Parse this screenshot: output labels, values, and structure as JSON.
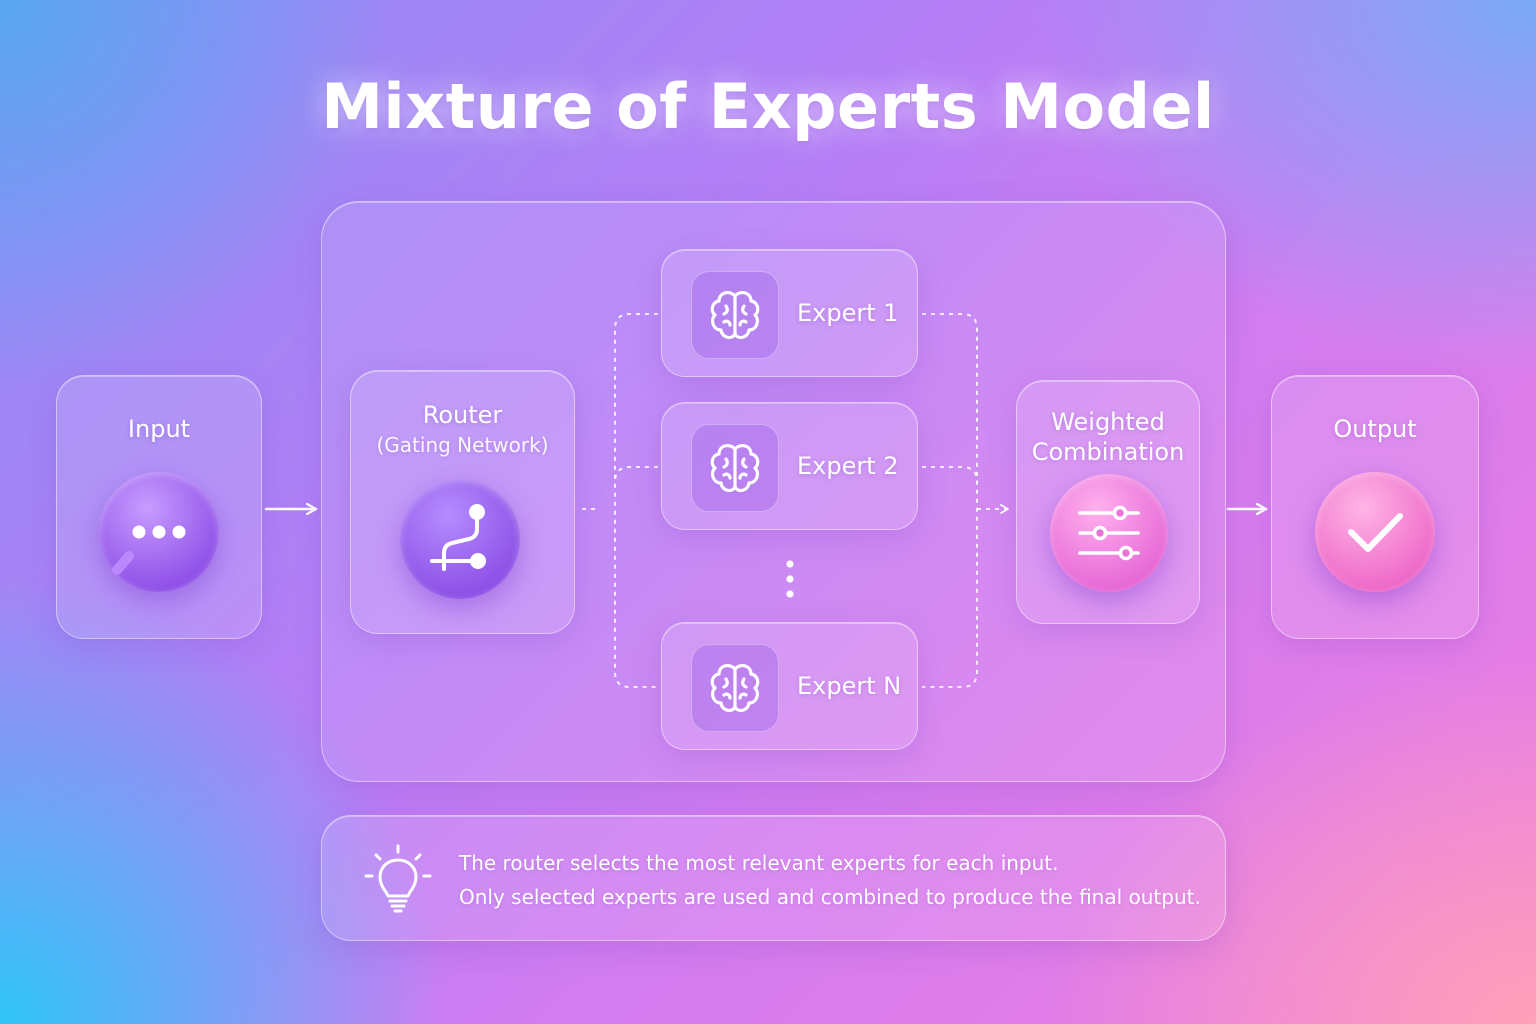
{
  "title": "Mixture of Experts Model",
  "input": {
    "label": "Input",
    "icon": "speech-bubble-icon"
  },
  "router": {
    "label": "Router",
    "sublabel": "(Gating Network)",
    "icon": "route-icon"
  },
  "experts": [
    {
      "label": "Expert 1",
      "icon": "brain-icon"
    },
    {
      "label": "Expert 2",
      "icon": "brain-icon"
    },
    {
      "label": "Expert N",
      "icon": "brain-icon"
    }
  ],
  "combiner": {
    "label_line1": "Weighted",
    "label_line2": "Combination",
    "icon": "sliders-icon"
  },
  "output": {
    "label": "Output",
    "icon": "checkmark-icon"
  },
  "note": {
    "icon": "lightbulb-icon",
    "line1": "The router selects the most relevant experts for each input.",
    "line2": "Only selected experts are used and combined to produce the final output."
  },
  "colors": {
    "accent_purple": "#9b5cf0",
    "accent_pink": "#f27cd8",
    "text": "#ffffff"
  }
}
